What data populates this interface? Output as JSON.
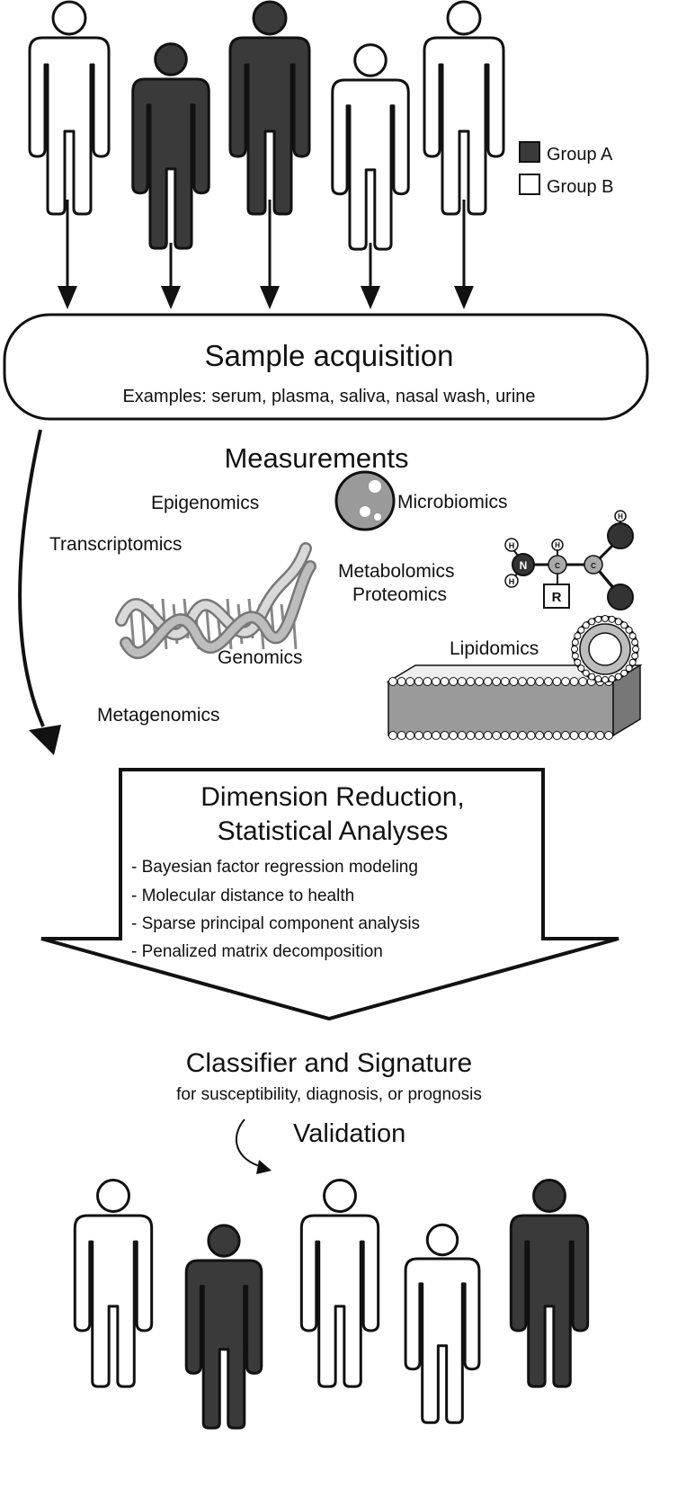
{
  "legend": {
    "group_a": "Group A",
    "group_b": "Group B"
  },
  "colors": {
    "group_a_fill": "#3a3a3a",
    "group_b_fill": "#ffffff",
    "stroke": "#111111"
  },
  "top_people": [
    "group_b",
    "group_a",
    "group_a",
    "group_b",
    "group_b"
  ],
  "bottom_people": [
    "group_b",
    "group_a",
    "group_b",
    "group_b",
    "group_a"
  ],
  "sample": {
    "title": "Sample acquisition",
    "examples": "Examples: serum, plasma, saliva, nasal wash, urine"
  },
  "measurements": {
    "title": "Measurements",
    "epigenomics": "Epigenomics",
    "transcriptomics": "Transcriptomics",
    "genomics": "Genomics",
    "metagenomics": "Metagenomics",
    "microbiomics": "Microbiomics",
    "metabolomics": "Metabolomics",
    "proteomics": "Proteomics",
    "lipidomics": "Lipidomics",
    "atom_h": "H",
    "atom_n": "N",
    "atom_c": "C",
    "atom_r": "R"
  },
  "analysis": {
    "title_line1": "Dimension Reduction,",
    "title_line2": "Statistical Analyses",
    "methods": [
      "- Bayesian factor regression modeling",
      "- Molecular distance to health",
      "- Sparse principal component analysis",
      "- Penalized matrix decomposition"
    ]
  },
  "classifier": {
    "title": "Classifier and Signature",
    "subtitle": "for susceptibility, diagnosis, or prognosis"
  },
  "validation": {
    "title": "Validation"
  }
}
